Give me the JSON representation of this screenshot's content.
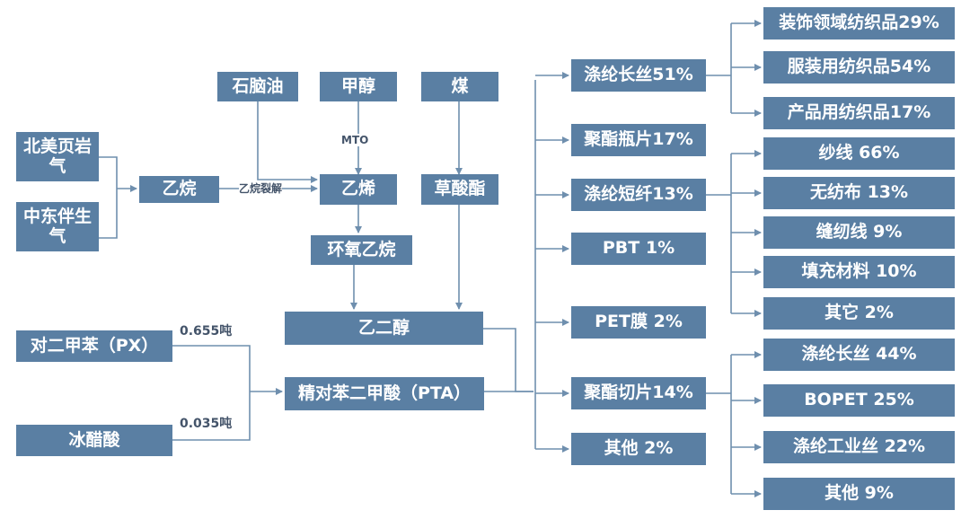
{
  "feedstocks": {
    "shale_gas": "北美页岩气",
    "middle_east_gas": "中东伴生气",
    "naphtha": "石脑油",
    "methanol": "甲醇",
    "coal": "煤",
    "px": "对二甲苯（PX）",
    "acetic_acid": "冰醋酸"
  },
  "intermediates": {
    "ethane": "乙烷",
    "ethylene": "乙烯",
    "oxalate": "草酸酯",
    "ethylene_oxide": "环氧乙烷",
    "meg": "乙二醇",
    "pta": "精对苯二甲酸（PTA）"
  },
  "edge_labels": {
    "ethane_cracking": "乙烷裂解",
    "mto": "MTO",
    "px_ratio": "0.655吨",
    "acetic_ratio": "0.035吨"
  },
  "polyester_uses": [
    "涤纶长丝51%",
    "聚酯瓶片17%",
    "涤纶短纤13%",
    "PBT 1%",
    "PET膜 2%",
    "聚酯切片14%",
    "其他 2%"
  ],
  "filament_uses": [
    "装饰领域纺织品29%",
    "服装用纺织品54%",
    "产品用纺织品17%"
  ],
  "staple_uses": [
    "纱线 66%",
    "无纺布 13%",
    "缝纫线 9%",
    "填充材料 10%",
    "其它 2%"
  ],
  "chip_uses": [
    "涤纶长丝 44%",
    "BOPET 25%",
    "涤纶工业丝 22%",
    "其他 9%"
  ],
  "colors": {
    "box_fill": "#5a7fa3",
    "box_text": "#ffffff",
    "line": "#6f8fae"
  }
}
